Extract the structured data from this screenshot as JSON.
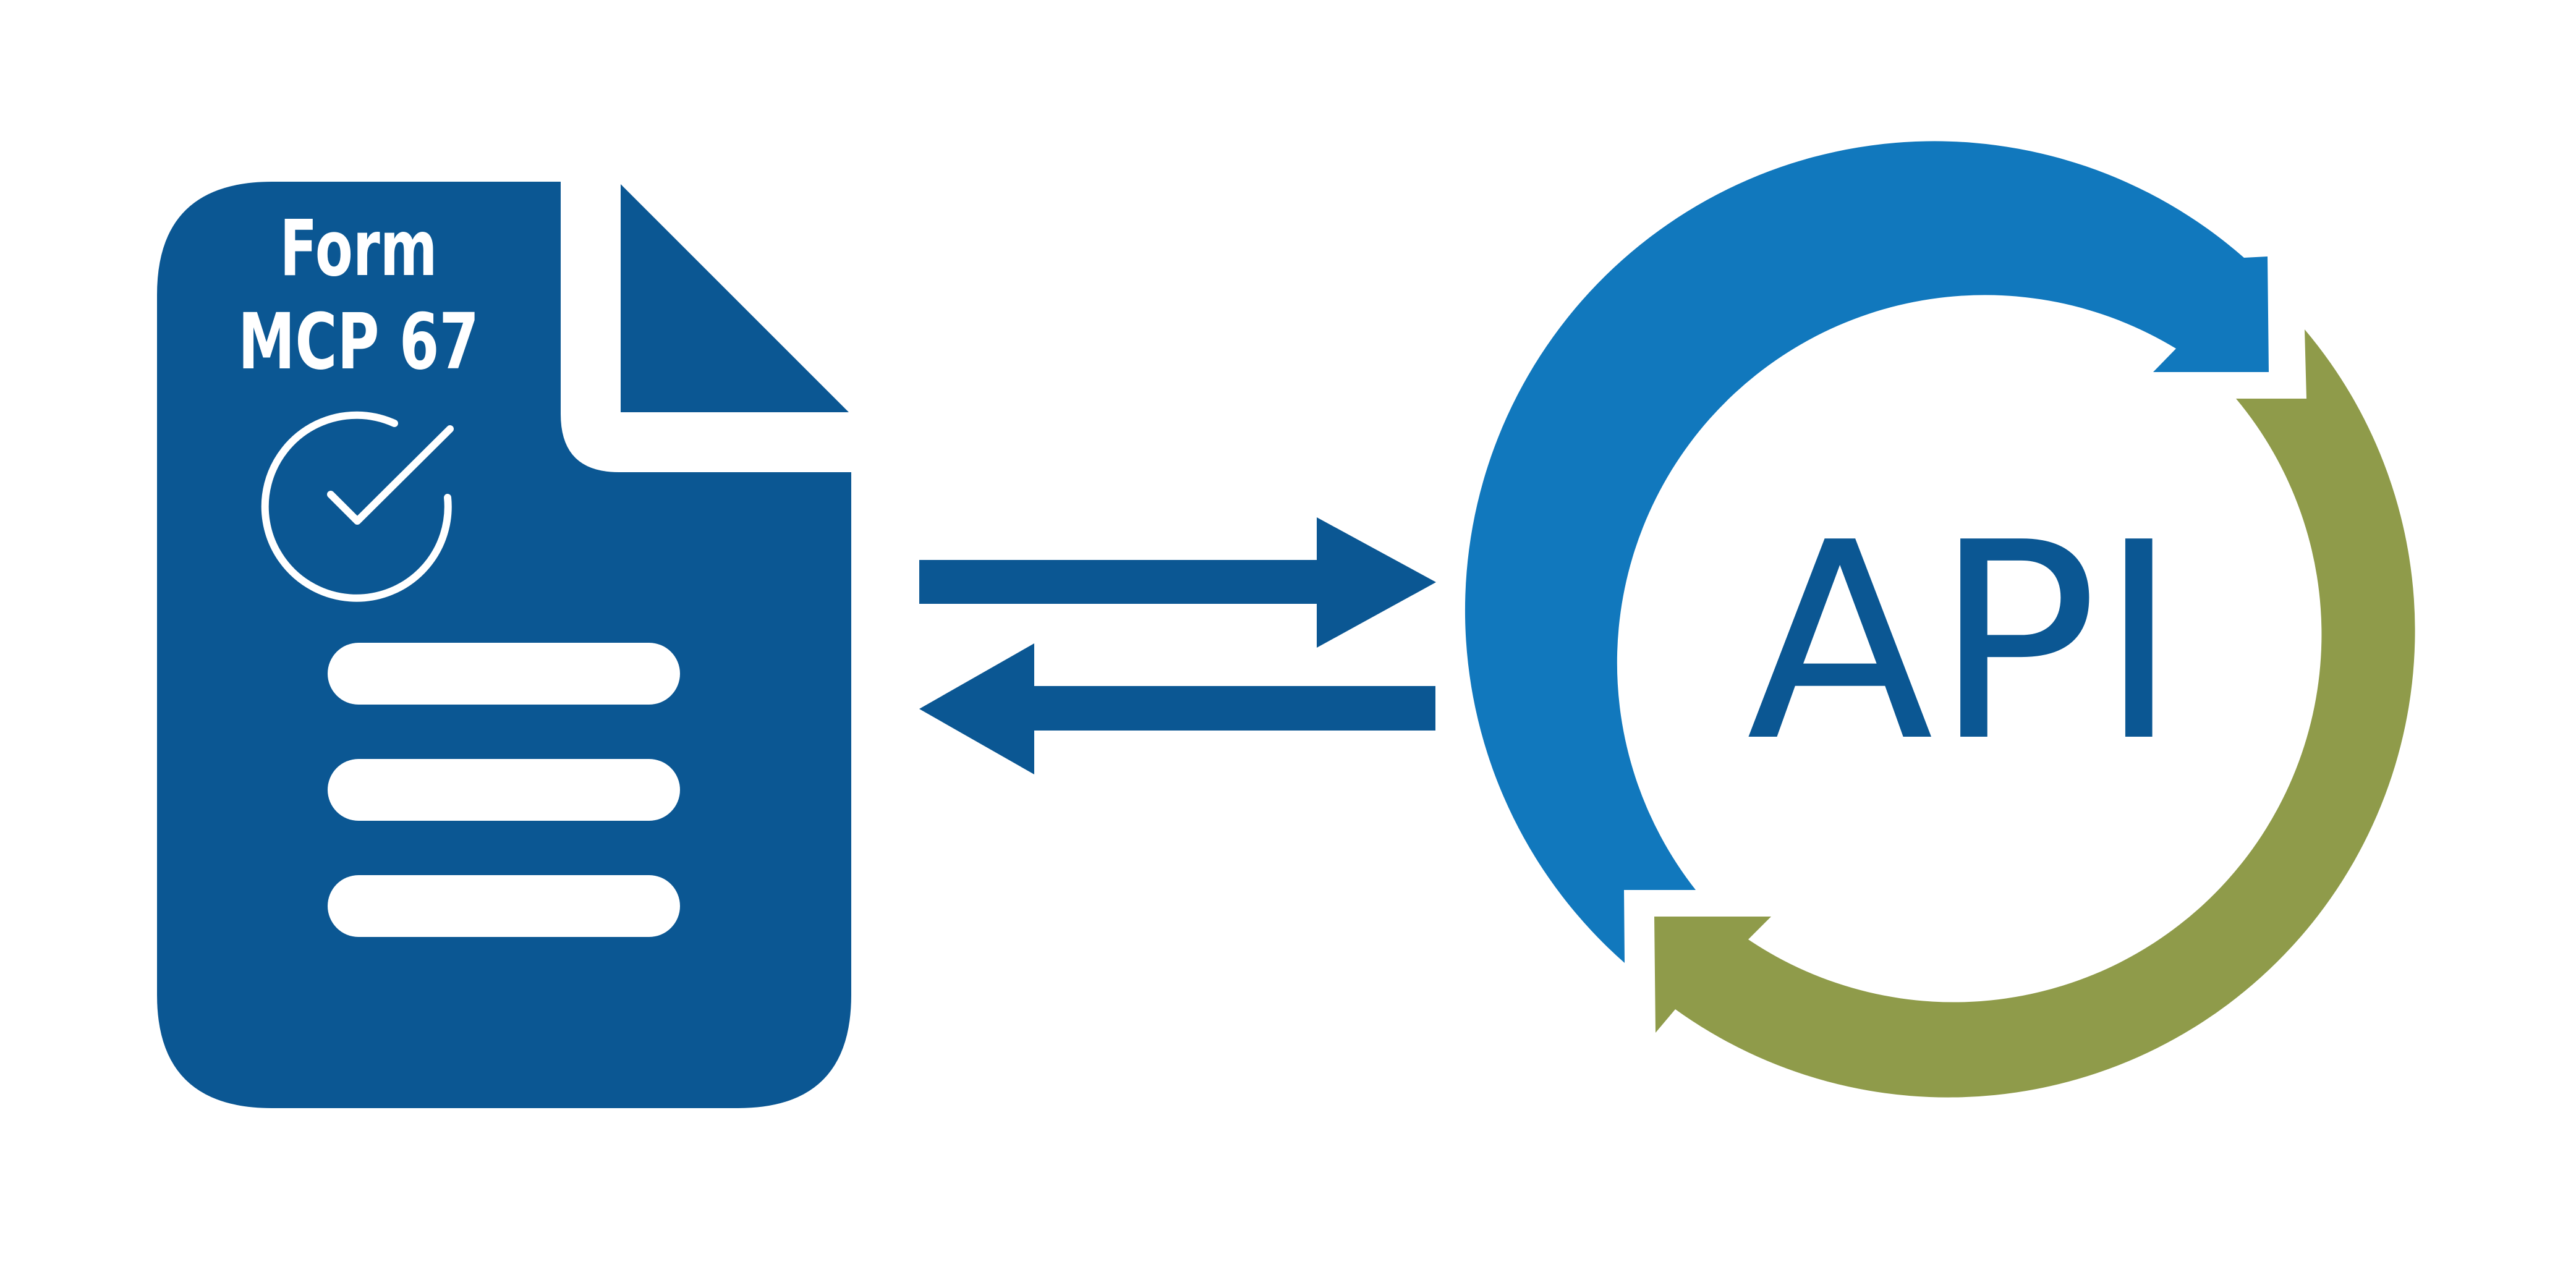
{
  "document": {
    "title_line1": "Form",
    "title_line2": "MCP 67",
    "icons": [
      "document-icon",
      "check-circle-icon",
      "text-line-icon"
    ]
  },
  "api": {
    "label": "API",
    "icons": [
      "cycle-arrows-icon"
    ]
  },
  "connector": {
    "icons": [
      "right-arrow-icon",
      "left-arrow-icon"
    ]
  },
  "colors": {
    "document_blue": "#0b5793",
    "cycle_blue": "#1178bd",
    "cycle_green": "#8f9b4a",
    "background": "#ffffff",
    "white": "#ffffff"
  }
}
